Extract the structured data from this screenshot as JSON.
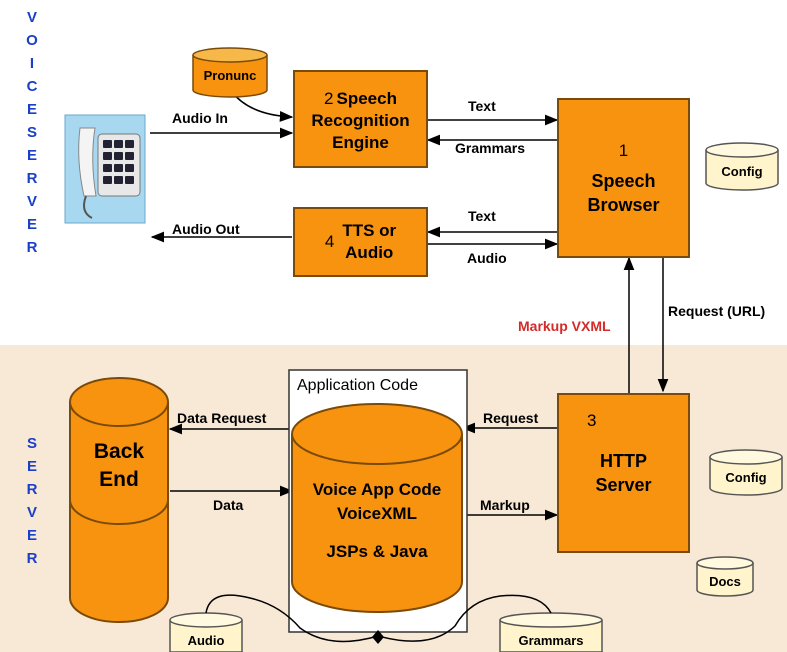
{
  "side_labels": {
    "voice_server": [
      "V",
      "O",
      "I",
      "C",
      "E",
      "S",
      "E",
      "R",
      "V",
      "E",
      "R"
    ],
    "server": [
      "S",
      "E",
      "R",
      "V",
      "E",
      "R"
    ]
  },
  "boxes": {
    "speech_recognition": {
      "number": "2",
      "lines": [
        "Speech",
        "Recognition",
        "Engine"
      ]
    },
    "tts": {
      "number": "4",
      "lines": [
        "TTS or",
        "Audio"
      ]
    },
    "speech_browser": {
      "number": "1",
      "lines": [
        "Speech",
        "Browser"
      ]
    },
    "http_server": {
      "number": "3",
      "lines": [
        "HTTP",
        "Server"
      ]
    }
  },
  "application_code": {
    "title": "Application Code",
    "lines": [
      "Voice App Code",
      "VoiceXML",
      "JSPs & Java"
    ]
  },
  "back_end": {
    "lines": [
      "Back",
      "End"
    ]
  },
  "cylinders": {
    "pronunc": "Pronunc",
    "config_top": "Config",
    "config_bottom": "Config",
    "docs": "Docs",
    "audio": "Audio",
    "grammars": "Grammars"
  },
  "arrow_labels": {
    "audio_in": "Audio In",
    "audio_out": "Audio Out",
    "text_top": "Text",
    "grammars": "Grammars",
    "text_bottom": "Text",
    "audio": "Audio",
    "markup_vxml": "Markup VXML",
    "request_url": "Request (URL)",
    "data_request": "Data Request",
    "data": "Data",
    "request": "Request",
    "markup": "Markup"
  },
  "colors": {
    "box_fill": "#f7930e",
    "side_letters": "#1a3fc8",
    "markup_vxml": "#d42a2a",
    "server_band": "#f8e8d6"
  }
}
